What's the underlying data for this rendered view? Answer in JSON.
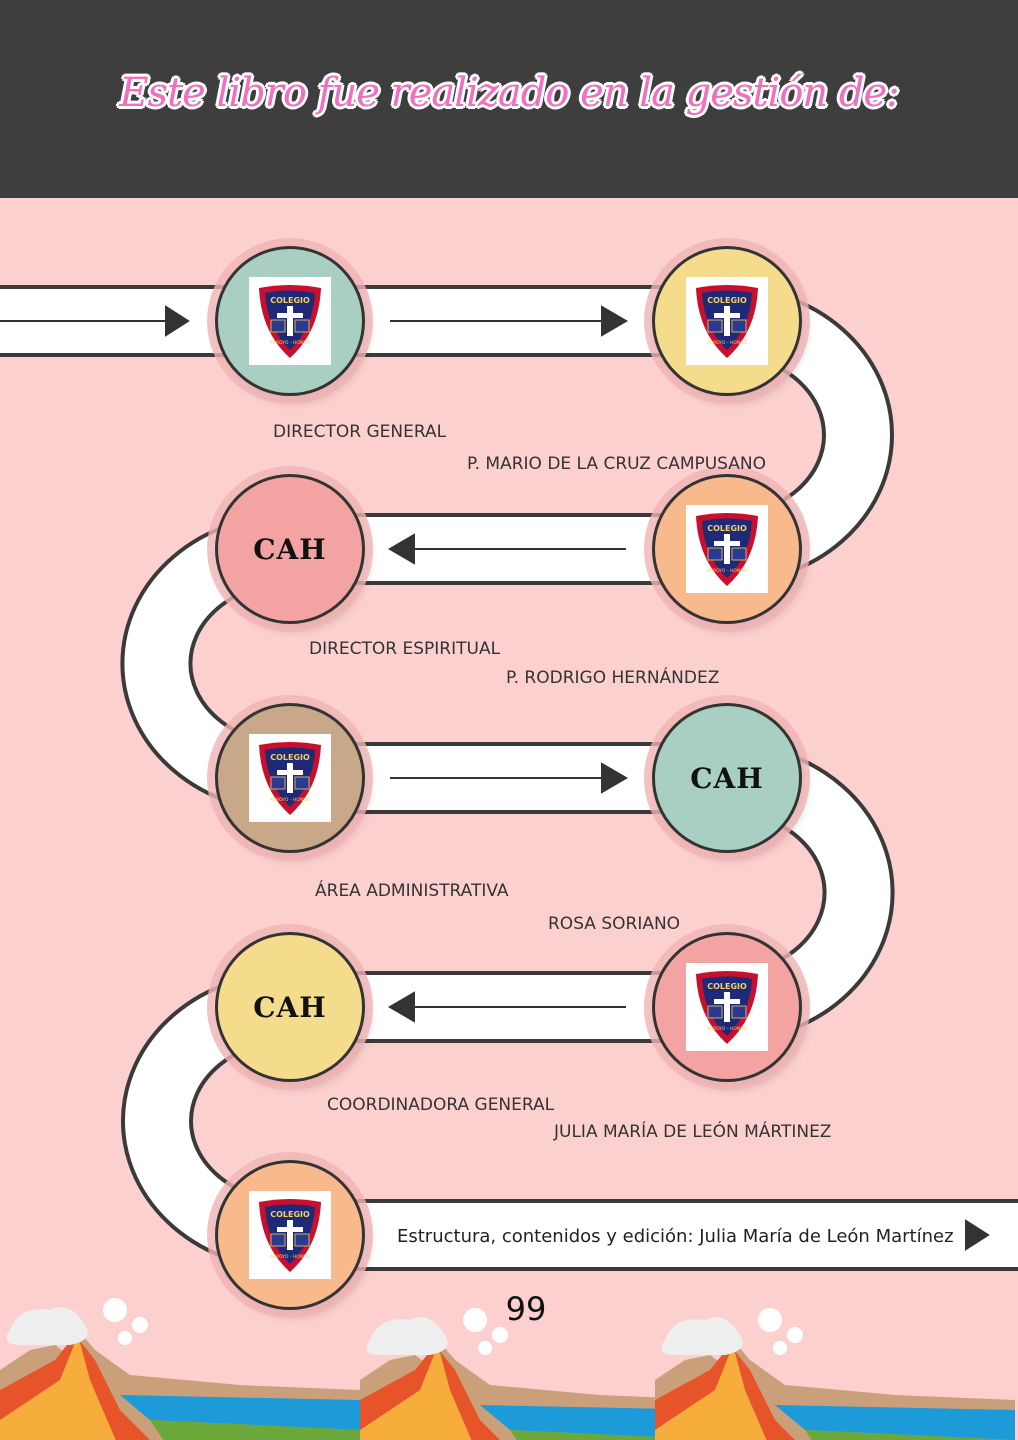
{
  "title": "Este libro fue realizado en la gestión de:",
  "logo_text": {
    "top": "COLEGIO",
    "bottom": "ARROYO - HONDO"
  },
  "nodes": [
    {
      "kind": "logo",
      "color": "#a9cfc3"
    },
    {
      "kind": "logo",
      "color": "#f5dc8c"
    },
    {
      "kind": "cah",
      "text": "CAH",
      "color": "#f4a3a3"
    },
    {
      "kind": "logo",
      "color": "#f8b98c"
    },
    {
      "kind": "logo",
      "color": "#c9a88a"
    },
    {
      "kind": "cah",
      "text": "CAH",
      "color": "#a9cfc3"
    },
    {
      "kind": "cah",
      "text": "CAH",
      "color": "#f5dc8c"
    },
    {
      "kind": "logo",
      "color": "#f4a3a3"
    },
    {
      "kind": "logo",
      "color": "#f8b98c"
    }
  ],
  "entries": [
    {
      "role": "DIRECTOR  GENERAL",
      "name": "P. MARIO DE LA CRUZ CAMPUSANO"
    },
    {
      "role": "DIRECTOR ESPIRITUAL",
      "name": "P. RODRIGO HERNÁNDEZ"
    },
    {
      "role": "ÁREA ADMINISTRATIVA",
      "name": "ROSA SORIANO"
    },
    {
      "role": "COORDINADORA GENERAL",
      "name": "JULIA MARÍA DE LEÓN MÁRTINEZ"
    }
  ],
  "footer_credit": "Estructura, contenidos y edición: Julia María de León Martínez",
  "page_number": "99"
}
